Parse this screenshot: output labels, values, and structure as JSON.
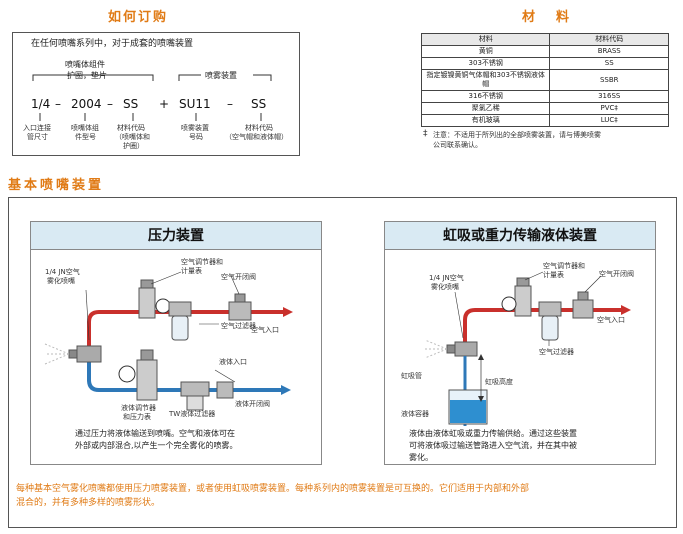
{
  "order": {
    "title": "如何订购",
    "intro": "在任何喷嘴系列中，对于成套的喷嘴装置",
    "group_nozzle": "喷嘴体组件",
    "group_nozzle2": "护圈，垫片",
    "group_spray": "喷雾装置",
    "codes": [
      "1/4",
      "–",
      "2004",
      "–",
      "SS",
      "+",
      "SU11",
      "–",
      "SS"
    ],
    "label_inlet": "入口连接",
    "label_inlet2": "管尺寸",
    "label_model": "喷嘴体组",
    "label_model2": "件型号",
    "label_mat": "材料代码",
    "label_mat2": "（喷嘴体和",
    "label_mat3": "护圈）",
    "label_spray": "喷雾装置",
    "label_spray2": "号码",
    "label_mat_b": "材料代码",
    "label_mat_b2": "（空气帽和液体帽）"
  },
  "materials": {
    "title": "材　料",
    "headers": [
      "材料",
      "材料代码"
    ],
    "rows": [
      [
        "黄铜",
        "BRASS"
      ],
      [
        "303不锈钢",
        "SS"
      ],
      [
        "指定镀镍黄铜气体帽和303不锈钢液体帽",
        "SSBR"
      ],
      [
        "316不锈钢",
        "316SS"
      ],
      [
        "聚氯乙稀",
        "PVC‡"
      ],
      [
        "有机玻璃",
        "LUC‡"
      ]
    ],
    "note_mark": "‡",
    "note": "注意：不适用于所列出的全部喷雾装置，请与博美喷雾公司联系确认。"
  },
  "basic": {
    "title": "基本喷嘴装置",
    "pressure": {
      "title": "压力装置",
      "lbl_nozzle": "1/4 JN空气",
      "lbl_nozzle2": "雾化喷嘴",
      "lbl_regulator": "空气调节器和",
      "lbl_regulator2": "计量表",
      "lbl_valve": "空气开闭阀",
      "lbl_air_in": "空气入口",
      "lbl_filter": "空气过滤器",
      "lbl_liq_in": "液体入口",
      "lbl_liq_reg": "液体调节器",
      "lbl_liq_reg2": "和压力表",
      "lbl_liq_valve": "液体开闭阀",
      "lbl_tw": "TW液体过滤器",
      "desc1": "通过压力将液体输送到喷嘴。空气和液体可在",
      "desc2": "外部或内部混合,以产生一个完全雾化的喷雾。"
    },
    "siphon": {
      "title": "虹吸或重力传输液体装置",
      "lbl_nozzle": "1/4 JN空气",
      "lbl_nozzle2": "雾化喷嘴",
      "lbl_regulator": "空气调节器和",
      "lbl_regulator2": "计量表",
      "lbl_valve": "空气开闭阀",
      "lbl_air_in": "空气入口",
      "lbl_filter": "空气过滤器",
      "lbl_tube": "虹吸管",
      "lbl_height": "虹吸高度",
      "lbl_container": "液体容器",
      "desc1": "液体由液体虹吸或重力传输供给。通过这些装置",
      "desc2": "可将液体吸过输送管路进入空气流，并在其中被",
      "desc3": "雾化。"
    },
    "footer1": "每种基本空气雾化喷嘴都使用压力喷雾装置，或者使用虹吸喷雾装置。每种系列内的喷雾装置是可互换的。它们适用于内部和外部",
    "footer2": "混合的，并有多种多样的喷雾形状。"
  },
  "colors": {
    "accent": "#e07b16",
    "air_line": "#c9302c",
    "liquid_line": "#2e78b8",
    "panel_head": "#d9eaf3"
  }
}
